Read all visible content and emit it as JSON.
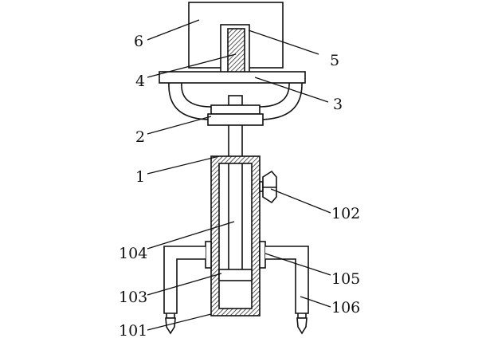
{
  "labels": {
    "l6": "6",
    "l5": "5",
    "l4": "4",
    "l3": "3",
    "l2": "2",
    "l1": "1",
    "l102": "102",
    "l104": "104",
    "l105": "105",
    "l103": "103",
    "l106": "106",
    "l101": "101"
  },
  "colors": {
    "line": "#111111",
    "background": "#ffffff"
  }
}
